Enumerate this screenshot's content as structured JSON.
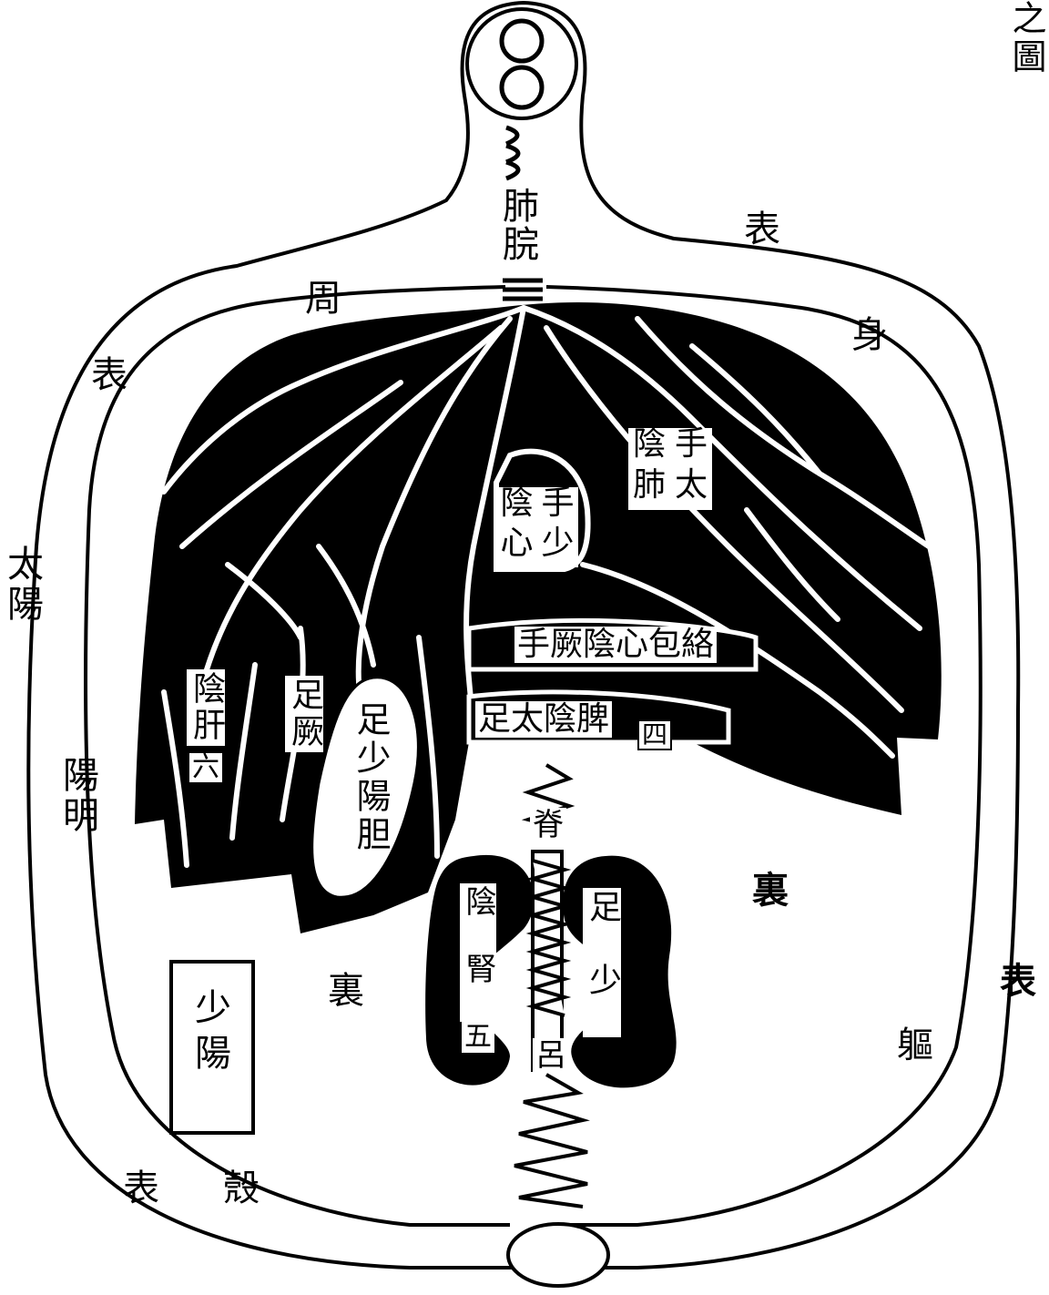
{
  "corner_text": "之圖",
  "trachea_label": "肺脘",
  "shell_labels": {
    "biao_top": "表",
    "zhou": "周",
    "biao_left": "表",
    "shen": "身",
    "taiyang": "太陽",
    "yangming": "陽明",
    "li_right": "裏",
    "biao_right": "表",
    "qu": "軀",
    "li_center": "裏",
    "biao_bottom": "表",
    "ke": "殼"
  },
  "organ_labels": {
    "lung": [
      "陰",
      "手",
      "肺",
      "太"
    ],
    "heart": [
      "陰",
      "手",
      "心",
      "少"
    ],
    "pericardium": "手厥陰心包絡",
    "spleen": "足太陰脾",
    "spleen_number": "四",
    "liver": "陰肝",
    "liver_number": "六",
    "jue": "足厥",
    "gallbladder": "足少陽胆",
    "kidney_left": "陰腎",
    "kidney_number": "五",
    "kidney_right": "足少",
    "spine_upper": "脊",
    "spine_lower": "呂",
    "shaoyang_box": "少陽"
  }
}
